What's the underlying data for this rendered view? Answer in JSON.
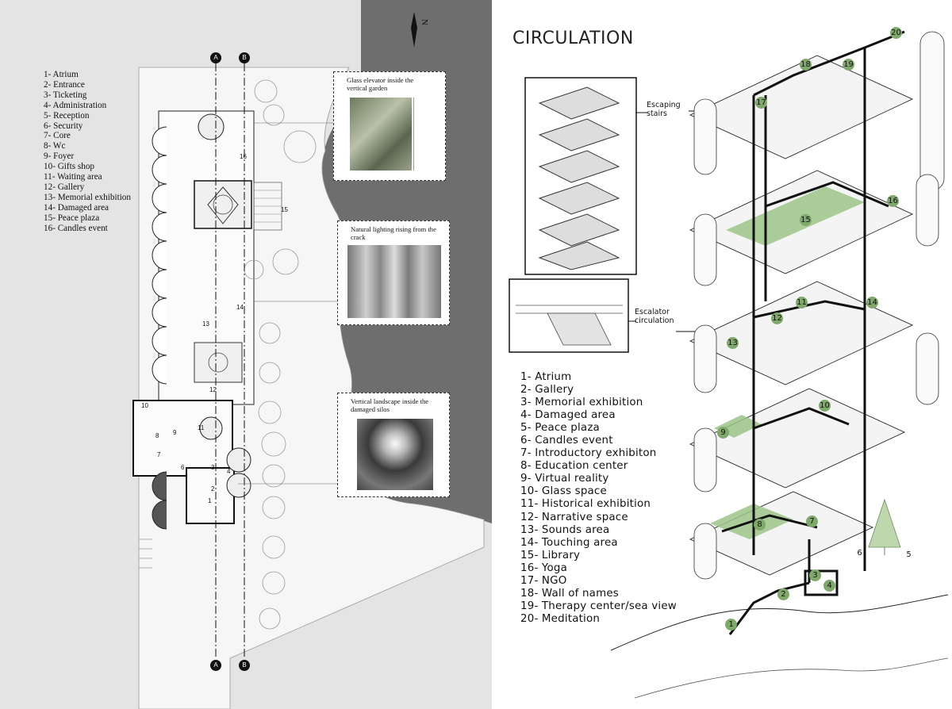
{
  "left_legend": [
    "1- Atrium",
    "2- Entrance",
    "3- Ticketing",
    "4- Administration",
    "5- Reception",
    "6- Security",
    "7- Core",
    "8- Wc",
    "9- Foyer",
    "10- Gifts shop",
    "11- Waiting area",
    "12- Gallery",
    "13- Memorial exhibition",
    "14- Damaged area",
    "15- Peace plaza",
    "16- Candles event"
  ],
  "compass": "N",
  "section_marks": [
    "A",
    "B"
  ],
  "photo_cards": [
    {
      "caption": "Glass elevator inside the vertical garden"
    },
    {
      "caption": "Natural lighting rising from the crack"
    },
    {
      "caption": "Vertical landscape inside the damaged silos"
    }
  ],
  "plan_numbers": [
    "16",
    "15",
    "14",
    "13",
    "12",
    "10",
    "8",
    "9",
    "11",
    "7",
    "6",
    "3",
    "4",
    "2",
    "1"
  ],
  "title": "CIRCULATION",
  "callouts": {
    "stairs": "Escaping stairs",
    "escalator": "Escalator circulation"
  },
  "right_legend": [
    "1- Atrium",
    "2- Gallery",
    "3- Memorial exhibition",
    "4- Damaged area",
    "5- Peace plaza",
    "6- Candles event",
    "7- Introductory exhibiton",
    "8- Education center",
    "9- Virtual reality",
    "10- Glass space",
    "11- Historical exhibition",
    "12- Narrative space",
    "13- Sounds area",
    "14- Touching area",
    "15- Library",
    "16- Yoga",
    "17- NGO",
    "18- Wall of names",
    "19- Therapy center/sea view",
    "20- Meditation"
  ],
  "axo_numbers": [
    "20",
    "18",
    "19",
    "17",
    "16",
    "15",
    "11",
    "14",
    "12",
    "13",
    "10",
    "9",
    "8",
    "7",
    "6",
    "5",
    "3",
    "4",
    "2",
    "1"
  ],
  "colors": {
    "dark_mass": "#6e6e6e",
    "plan_bg": "#e4e4e4",
    "green": "#9cc487",
    "accent_line": "#111111"
  }
}
